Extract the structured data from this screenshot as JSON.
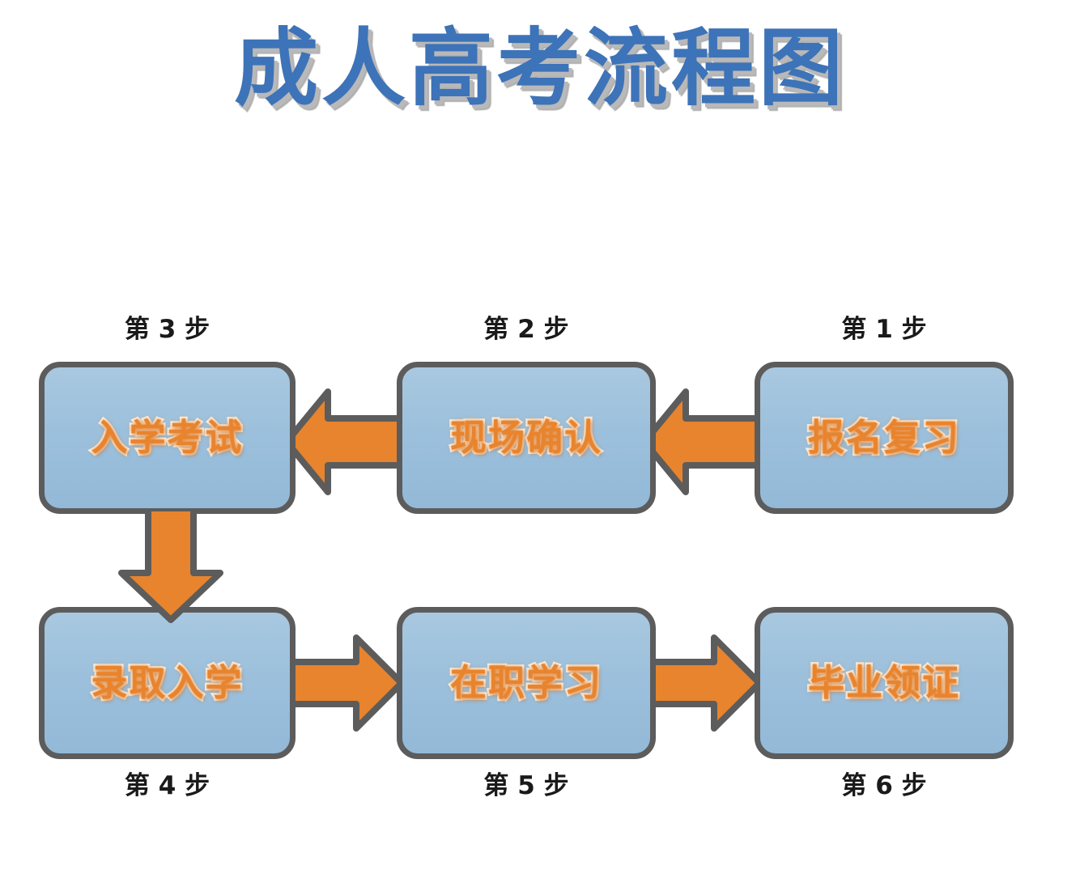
{
  "page": {
    "title": "成人高考流程图",
    "background_color": "#ffffff"
  },
  "theme": {
    "title_color": "#3d73b8",
    "title_outline_color": "#ffffff",
    "title_shadow_color": "#b9b9b9",
    "node_fill_color": "#9cc0dc",
    "node_border_color": "#5c5c5c",
    "node_text_color": "#e8842e",
    "node_text_outline_color": "#fdf4e6",
    "arrow_fill_color": "#e8842e",
    "arrow_border_color": "#5c5c5c",
    "step_label_color": "#1a1a1a"
  },
  "flowchart": {
    "type": "process-flow",
    "direction_row1": "right-to-left",
    "direction_row2": "left-to-right",
    "nodes": [
      {
        "id": "step1",
        "label": "报名复习",
        "step_caption": "第 1 步",
        "row": 1,
        "col": 3,
        "caption_position": "above"
      },
      {
        "id": "step2",
        "label": "现场确认",
        "step_caption": "第 2 步",
        "row": 1,
        "col": 2,
        "caption_position": "above"
      },
      {
        "id": "step3",
        "label": "入学考试",
        "step_caption": "第 3 步",
        "row": 1,
        "col": 1,
        "caption_position": "above"
      },
      {
        "id": "step4",
        "label": "录取入学",
        "step_caption": "第 4 步",
        "row": 2,
        "col": 1,
        "caption_position": "below"
      },
      {
        "id": "step5",
        "label": "在职学习",
        "step_caption": "第 5 步",
        "row": 2,
        "col": 2,
        "caption_position": "below"
      },
      {
        "id": "step6",
        "label": "毕业领证",
        "step_caption": "第 6 步",
        "row": 2,
        "col": 3,
        "caption_position": "below"
      }
    ],
    "edges": [
      {
        "id": "edge-1-2",
        "from": "step1",
        "to": "step2",
        "direction": "left"
      },
      {
        "id": "edge-2-3",
        "from": "step2",
        "to": "step3",
        "direction": "left"
      },
      {
        "id": "edge-3-4",
        "from": "step3",
        "to": "step4",
        "direction": "down"
      },
      {
        "id": "edge-4-5",
        "from": "step4",
        "to": "step5",
        "direction": "right"
      },
      {
        "id": "edge-5-6",
        "from": "step5",
        "to": "step6",
        "direction": "right"
      }
    ]
  }
}
